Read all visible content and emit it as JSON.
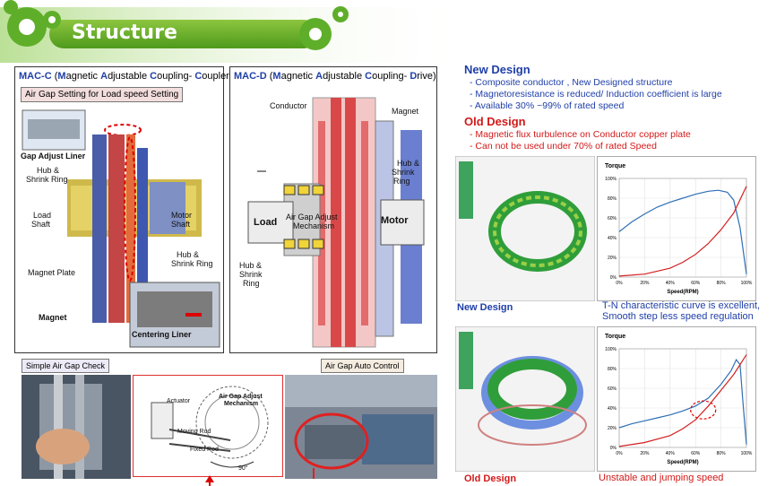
{
  "banner": {
    "title": "Structure"
  },
  "mac_c": {
    "title_prefix": "MAC-C (",
    "title_full": "Magnetic Adjustable Coupling- Coupler)",
    "air_gap_box": "Air Gap Setting for Load speed Setting",
    "labels": {
      "gap_adjust_liner": "Gap Adjust Liner",
      "hub_shrink_left_1": "Hub &",
      "hub_shrink_left_2": "Shrink Ring",
      "load_shaft_1": "Load",
      "load_shaft_2": "Shaft",
      "motor_shaft_1": "Motor",
      "motor_shaft_2": "Shaft",
      "hub_shrink_right_1": "Hub &",
      "hub_shrink_right_2": "Shrink Ring",
      "magnet_plate": "Magnet Plate",
      "magnet": "Magnet",
      "centering_liner": "Centering Liner"
    }
  },
  "mac_d": {
    "title_prefix": "MAC-D (",
    "title_full": "Magnetic Adjustable Coupling- Drive)",
    "labels": {
      "conductor": "Conductor",
      "magnet": "Magnet",
      "hub_right_1": "Hub &",
      "hub_right_2": "Shrink",
      "hub_right_3": "Ring",
      "load": "Load",
      "motor": "Motor",
      "air_gap_adjust_1": "Air Gap Adjust",
      "air_gap_adjust_2": "Mechanism",
      "hub_left_1": "Hub &",
      "hub_left_2": "Shrink",
      "hub_left_3": "Ring"
    }
  },
  "bottom": {
    "simple_check": "Simple Air Gap Check",
    "auto_control": "Air Gap Auto Control",
    "mech_labels": {
      "actuator": "Actuator",
      "mech_1": "Air Gap Adjust",
      "mech_2": "Mechanism",
      "moving_rod": "Moving Rod",
      "fixed_rod": "Fixed Rod",
      "angle": "90°"
    }
  },
  "right": {
    "new_design_heading": "New Design",
    "new_items": [
      "- Composite conductor  , New Designed structure",
      "- Magnetoresistance is reduced/ Induction coefficient is large",
      "- Available 30% ~99% of rated speed"
    ],
    "old_design_heading": "Old Design",
    "old_items": [
      "- Magnetic flux turbulence  on Conductor copper plate",
      "- Can not be used under 70% of rated Speed"
    ],
    "new_caption": "New Design",
    "new_comment_1": "T-N characteristic curve is excellent,",
    "new_comment_2": "Smooth step less speed regulation",
    "old_caption": "Old Design",
    "old_comment": "Unstable and jumping speed"
  },
  "chart_data": [
    {
      "type": "line",
      "title": "Torque",
      "xlabel": "Speed(RPM)",
      "ylabel": "Torque",
      "x_ticks": [
        "0%",
        "20%",
        "40%",
        "60%",
        "80%",
        "100%"
      ],
      "y_ticks": [
        "0%",
        "20%",
        "40%",
        "60%",
        "80%",
        "100%"
      ],
      "xlim": [
        0,
        100
      ],
      "ylim": [
        0,
        100
      ],
      "series": [
        {
          "color": "#2e6fb5",
          "x": [
            0,
            10,
            20,
            30,
            40,
            50,
            60,
            70,
            78,
            85,
            90,
            95,
            100
          ],
          "y": [
            46,
            56,
            64,
            71,
            76,
            80,
            84,
            87,
            88,
            86,
            78,
            50,
            3
          ]
        },
        {
          "color": "#d32020",
          "x": [
            0,
            20,
            40,
            50,
            60,
            70,
            80,
            90,
            100
          ],
          "y": [
            1,
            3,
            9,
            15,
            23,
            34,
            48,
            65,
            92
          ]
        }
      ]
    },
    {
      "type": "line",
      "title": "Torque",
      "xlabel": "Speed(RPM)",
      "ylabel": "Torque",
      "x_ticks": [
        "0%",
        "20%",
        "40%",
        "60%",
        "80%",
        "100%"
      ],
      "y_ticks": [
        "0%",
        "20%",
        "40%",
        "60%",
        "80%",
        "100%"
      ],
      "xlim": [
        0,
        100
      ],
      "ylim": [
        0,
        100
      ],
      "series": [
        {
          "color": "#2e6fb5",
          "x": [
            0,
            10,
            20,
            30,
            40,
            50,
            60,
            70,
            80,
            88,
            92,
            95,
            97,
            100
          ],
          "y": [
            20,
            24,
            27,
            30,
            33,
            37,
            42,
            50,
            64,
            78,
            89,
            84,
            50,
            3
          ]
        },
        {
          "color": "#d32020",
          "x": [
            0,
            20,
            40,
            50,
            60,
            70,
            80,
            90,
            97,
            100
          ],
          "y": [
            1,
            5,
            12,
            19,
            28,
            42,
            58,
            74,
            88,
            94
          ]
        }
      ]
    }
  ]
}
